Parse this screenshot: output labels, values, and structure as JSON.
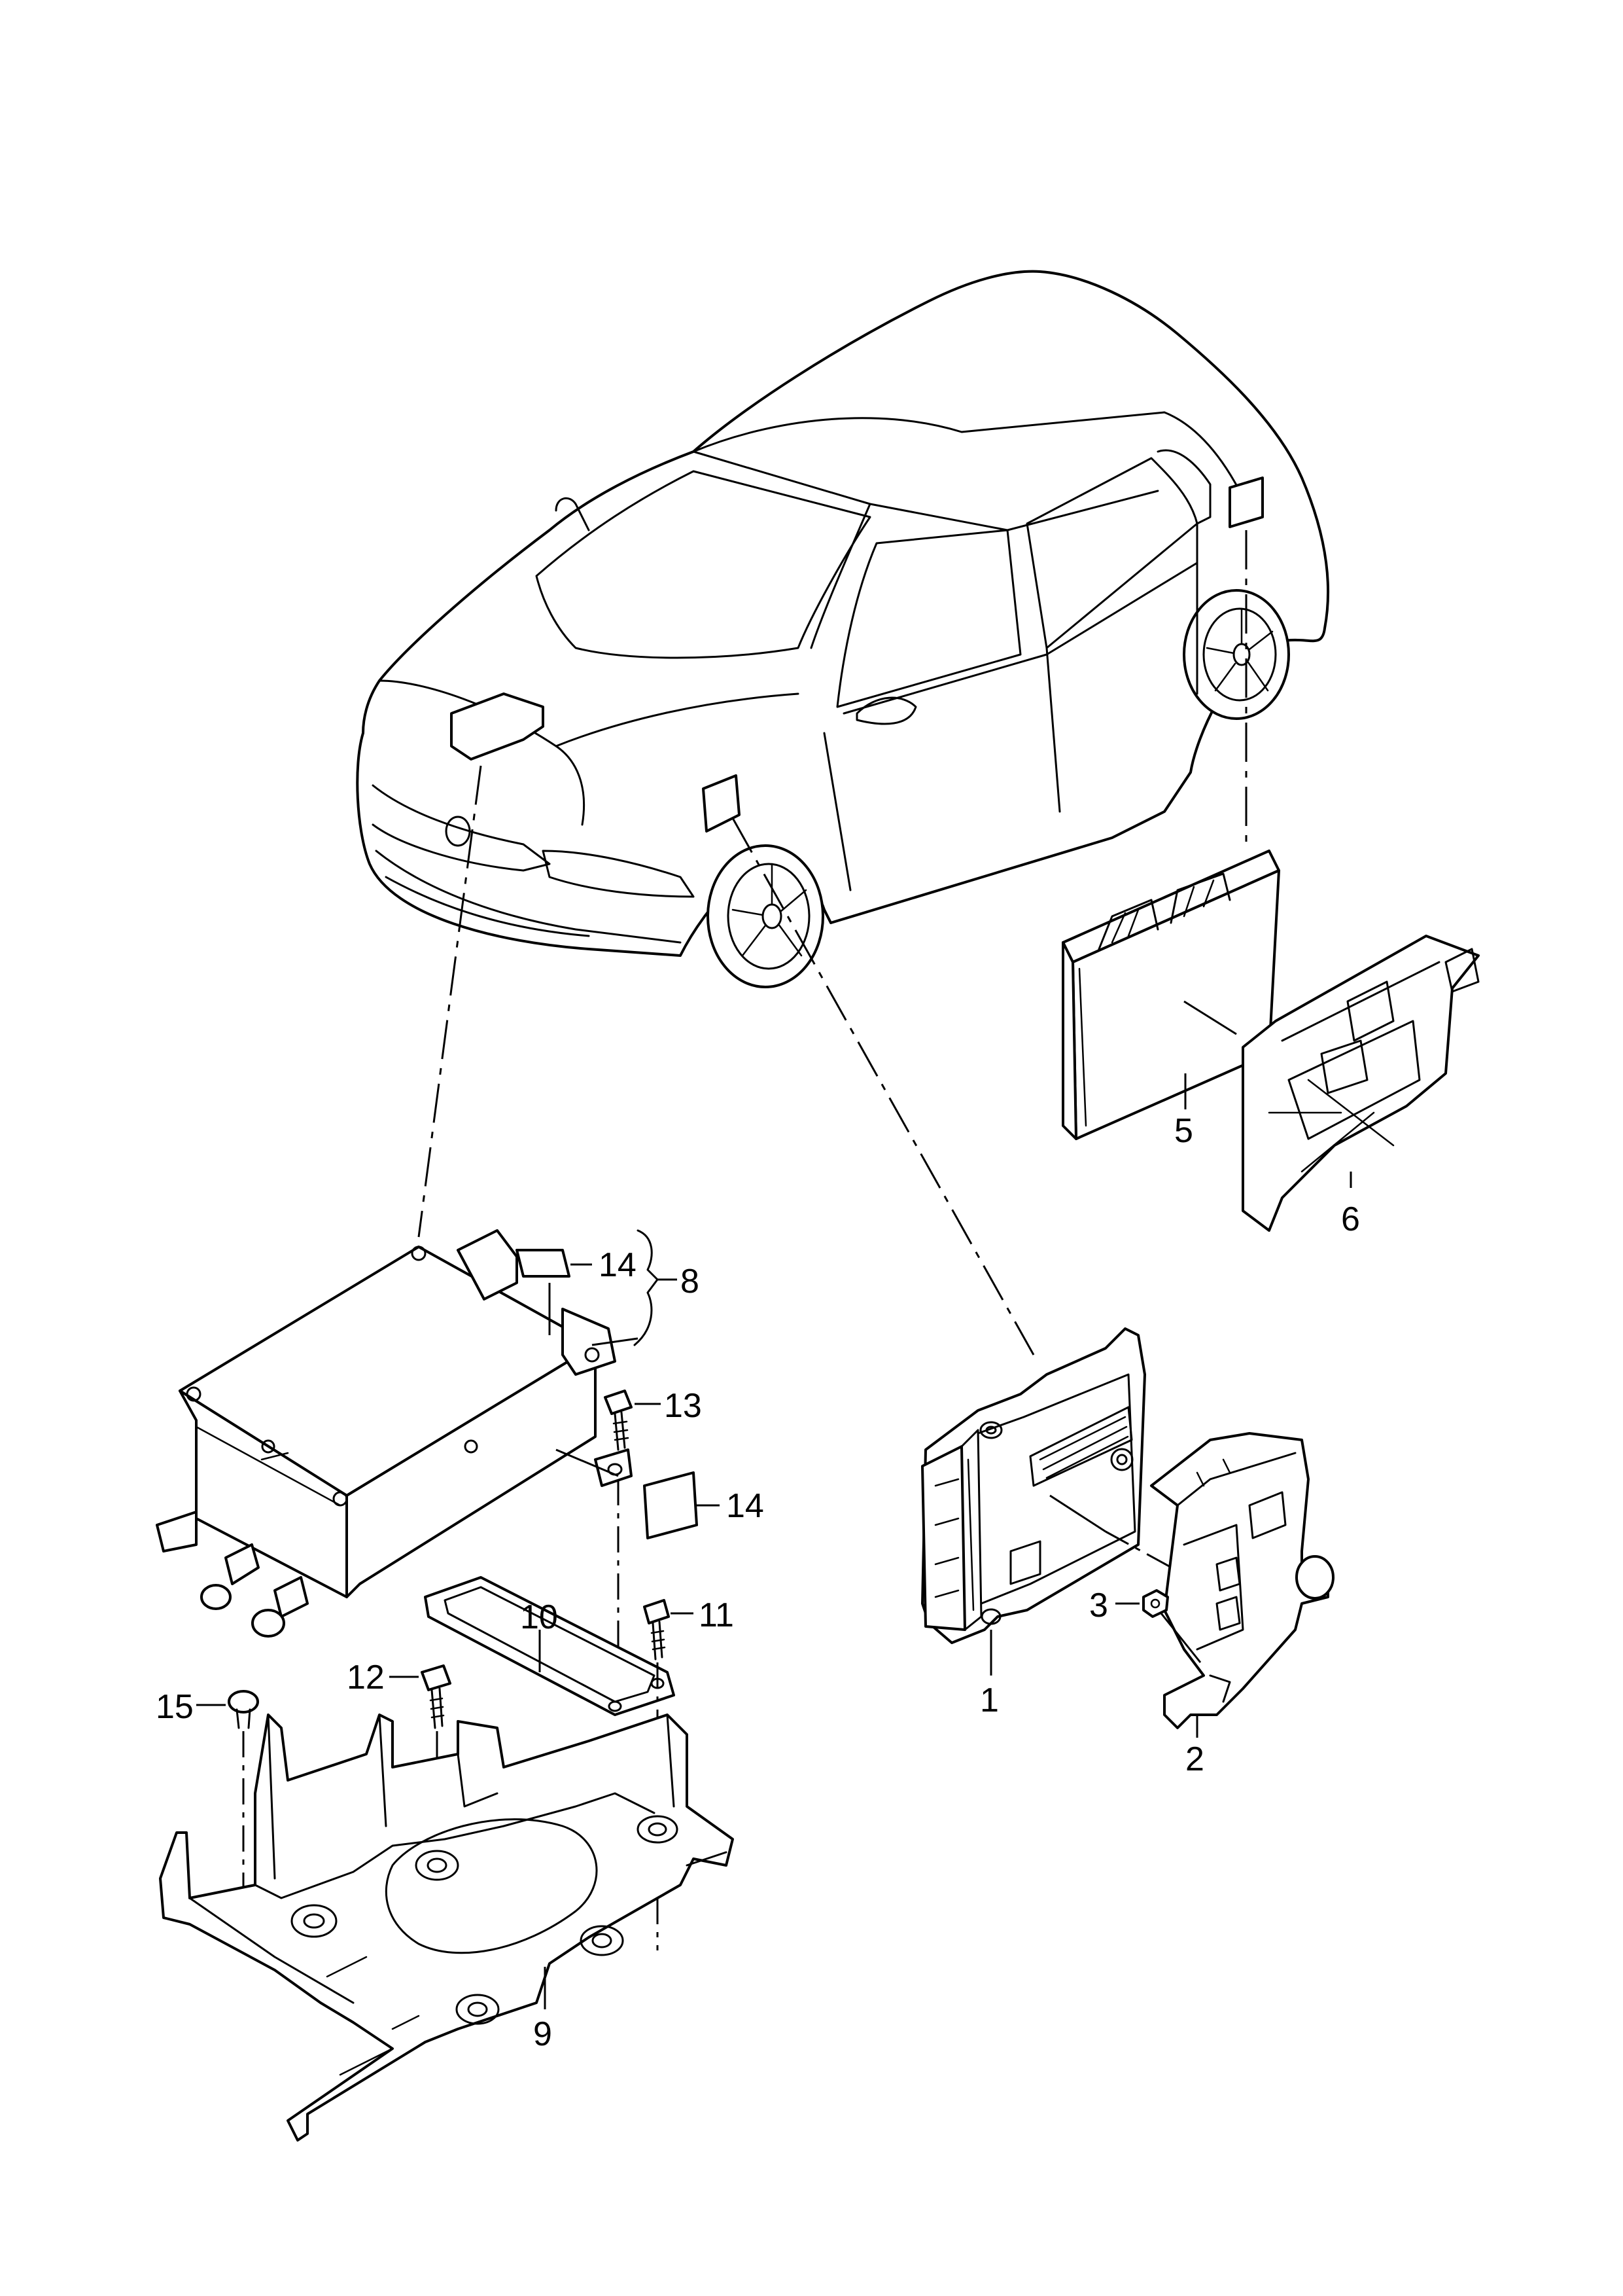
{
  "callouts": {
    "c1": "1",
    "c2": "2",
    "c3": "3",
    "c5": "5",
    "c6": "6",
    "c8": "8",
    "c9": "9",
    "c10": "10",
    "c11": "11",
    "c12": "12",
    "c13": "13",
    "c14a": "14",
    "c14b": "14",
    "c15": "15"
  }
}
